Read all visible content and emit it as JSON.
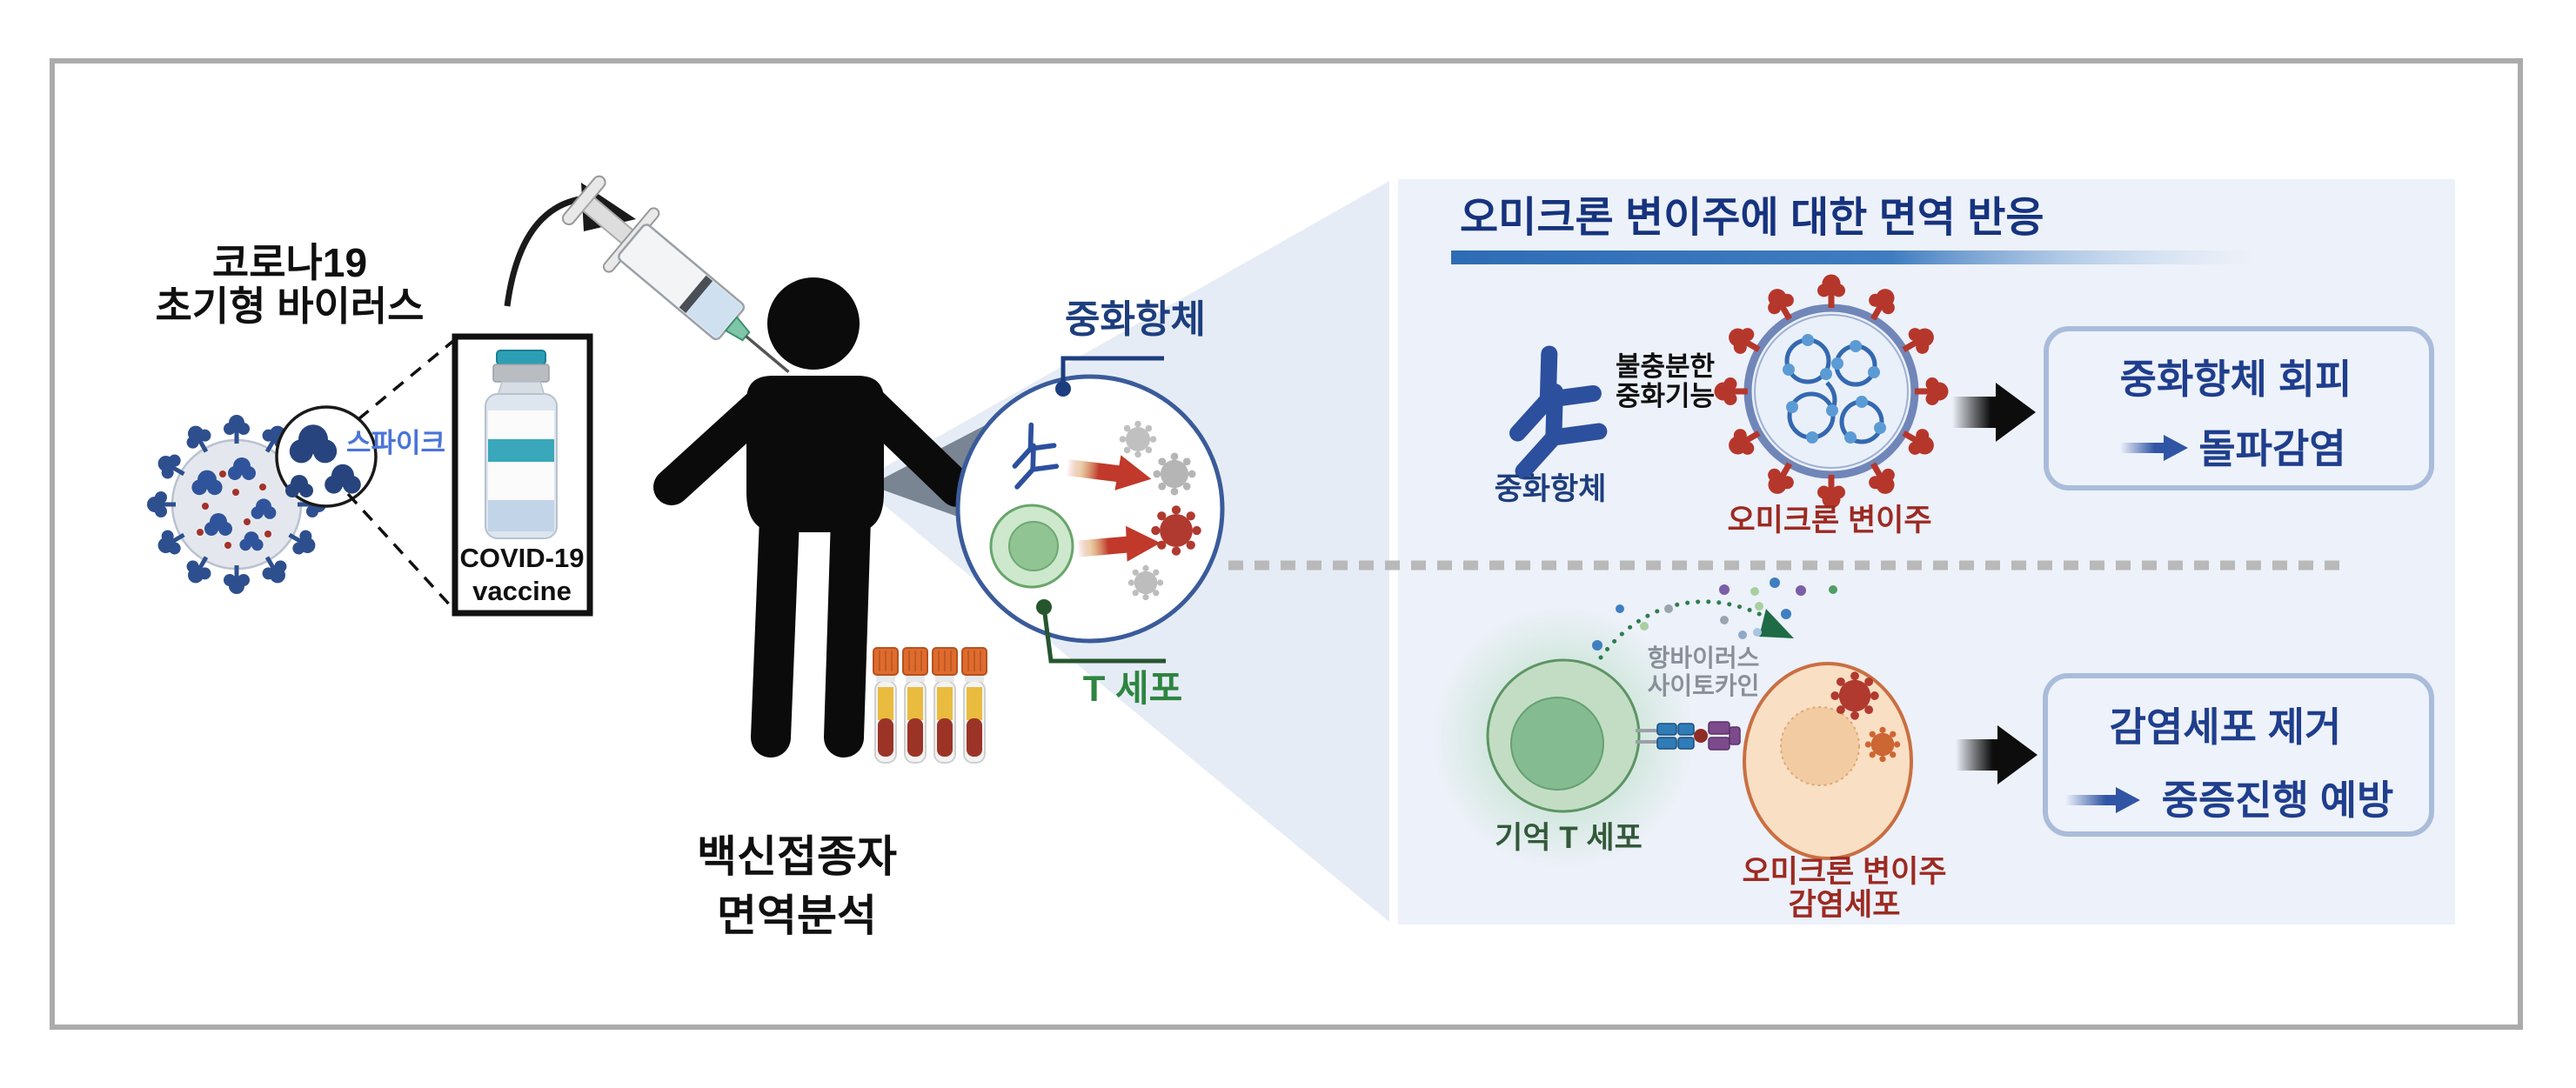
{
  "figure": {
    "left": {
      "virus_title_line1": "코로나19",
      "virus_title_line2": "초기형 바이러스",
      "spike_label": "스파이크",
      "vial_line1": "COVID-19",
      "vial_line2": "vaccine",
      "caption_line1": "백신접종자",
      "caption_line2": "면역분석"
    },
    "magnify_circle": {
      "antibody_label": "중화항체",
      "tcell_label": "T 세포"
    },
    "panel": {
      "title": "오미크론 변이주에 대한 면역 반응",
      "top_row": {
        "antibody_label": "중화항체",
        "insufficient_line1": "불충분한",
        "insufficient_line2": "중화기능",
        "omicron_label": "오미크론 변이주",
        "outcome_line1": "중화항체 회피",
        "outcome_line2": "돌파감염"
      },
      "bottom_row": {
        "cytokine_line1": "항바이러스",
        "cytokine_line2": "사이토카인",
        "memory_tcell_label": "기억 T 세포",
        "infected_line1": "오미크론 변이주",
        "infected_line2": "감염세포",
        "outcome_line1": "감염세포 제거",
        "outcome_line2": "중증진행 예방"
      }
    }
  },
  "colors": {
    "panel_bg": "#edf1f9",
    "cone_bg": "#e6ecf6",
    "title_navy": "#16337e",
    "label_navy": "#1d3e7e",
    "antibody_blue": "#2c509e",
    "accent_bar_blue": "#2e6cb5",
    "outcome_box_border": "#a9bcda",
    "outcome_box_fill": "#eef2fb",
    "red_label": "#9c2a22",
    "virus_red": "#b03a30",
    "arrow_red": "#c0392b",
    "green_label": "#2e8540",
    "dark_green": "#33593a",
    "cell_green": "#cfe7cd",
    "cell_orange_fill": "#f9dfc4",
    "cell_orange_stroke": "#c96f42",
    "teal_cap": "#2d9fb5",
    "tube_cap_orange": "#df6b2e",
    "serum_yellow": "#e9bb3f",
    "blood_red": "#9c3327",
    "border_gray": "#ababab"
  }
}
